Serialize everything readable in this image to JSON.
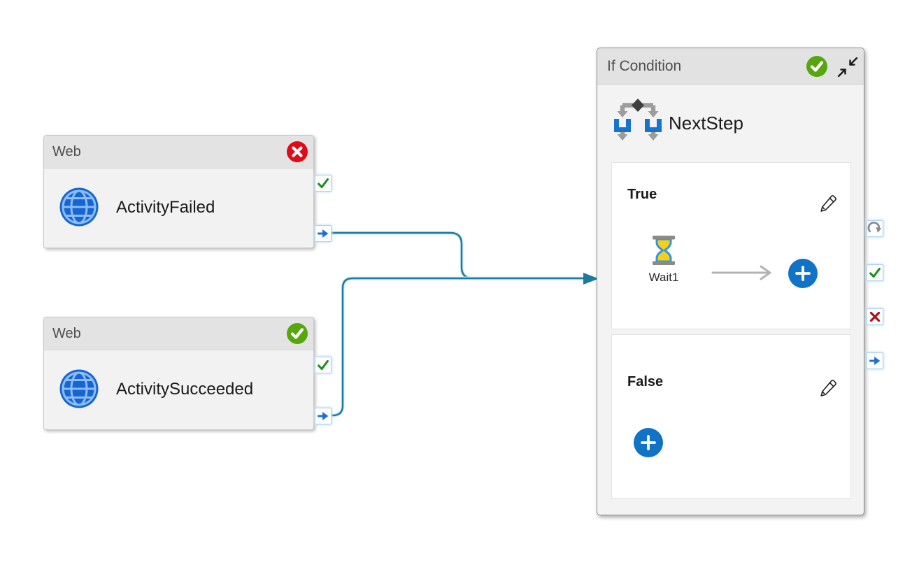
{
  "colors": {
    "connector_line": "#1C7A9E",
    "status_failed_red": "#DE0C16",
    "status_succeeded_green": "#57A60E",
    "accent_blue": "#1173C5",
    "box_header_gray": "#E3E3E3",
    "box_body_gray": "#F2F2F2"
  },
  "icons": {
    "status_failed": "x-in-red-circle",
    "status_succeeded": "check-in-green-circle",
    "web_activity": "globe",
    "if_condition_activity": "branch-diamond",
    "wait_activity": "hourglass",
    "edit": "pencil",
    "add": "plus-in-blue-circle",
    "collapse": "diagonal-inward-arrows",
    "port_skipped": "gray-curved-arrow",
    "port_succeeded": "green-check",
    "port_failed": "red-x",
    "port_completed": "blue-right-arrow"
  },
  "web_activity_failed": {
    "type": "Web",
    "name": "ActivityFailed",
    "status": "Failed"
  },
  "web_activity_succeeded": {
    "type": "Web",
    "name": "ActivitySucceeded",
    "status": "Succeeded"
  },
  "if_condition": {
    "type": "If Condition",
    "name": "NextStep",
    "status": "Succeeded",
    "true_branch": {
      "label": "True",
      "activities": [
        {
          "type": "Wait",
          "name": "Wait1"
        }
      ]
    },
    "false_branch": {
      "label": "False",
      "activities": []
    }
  }
}
